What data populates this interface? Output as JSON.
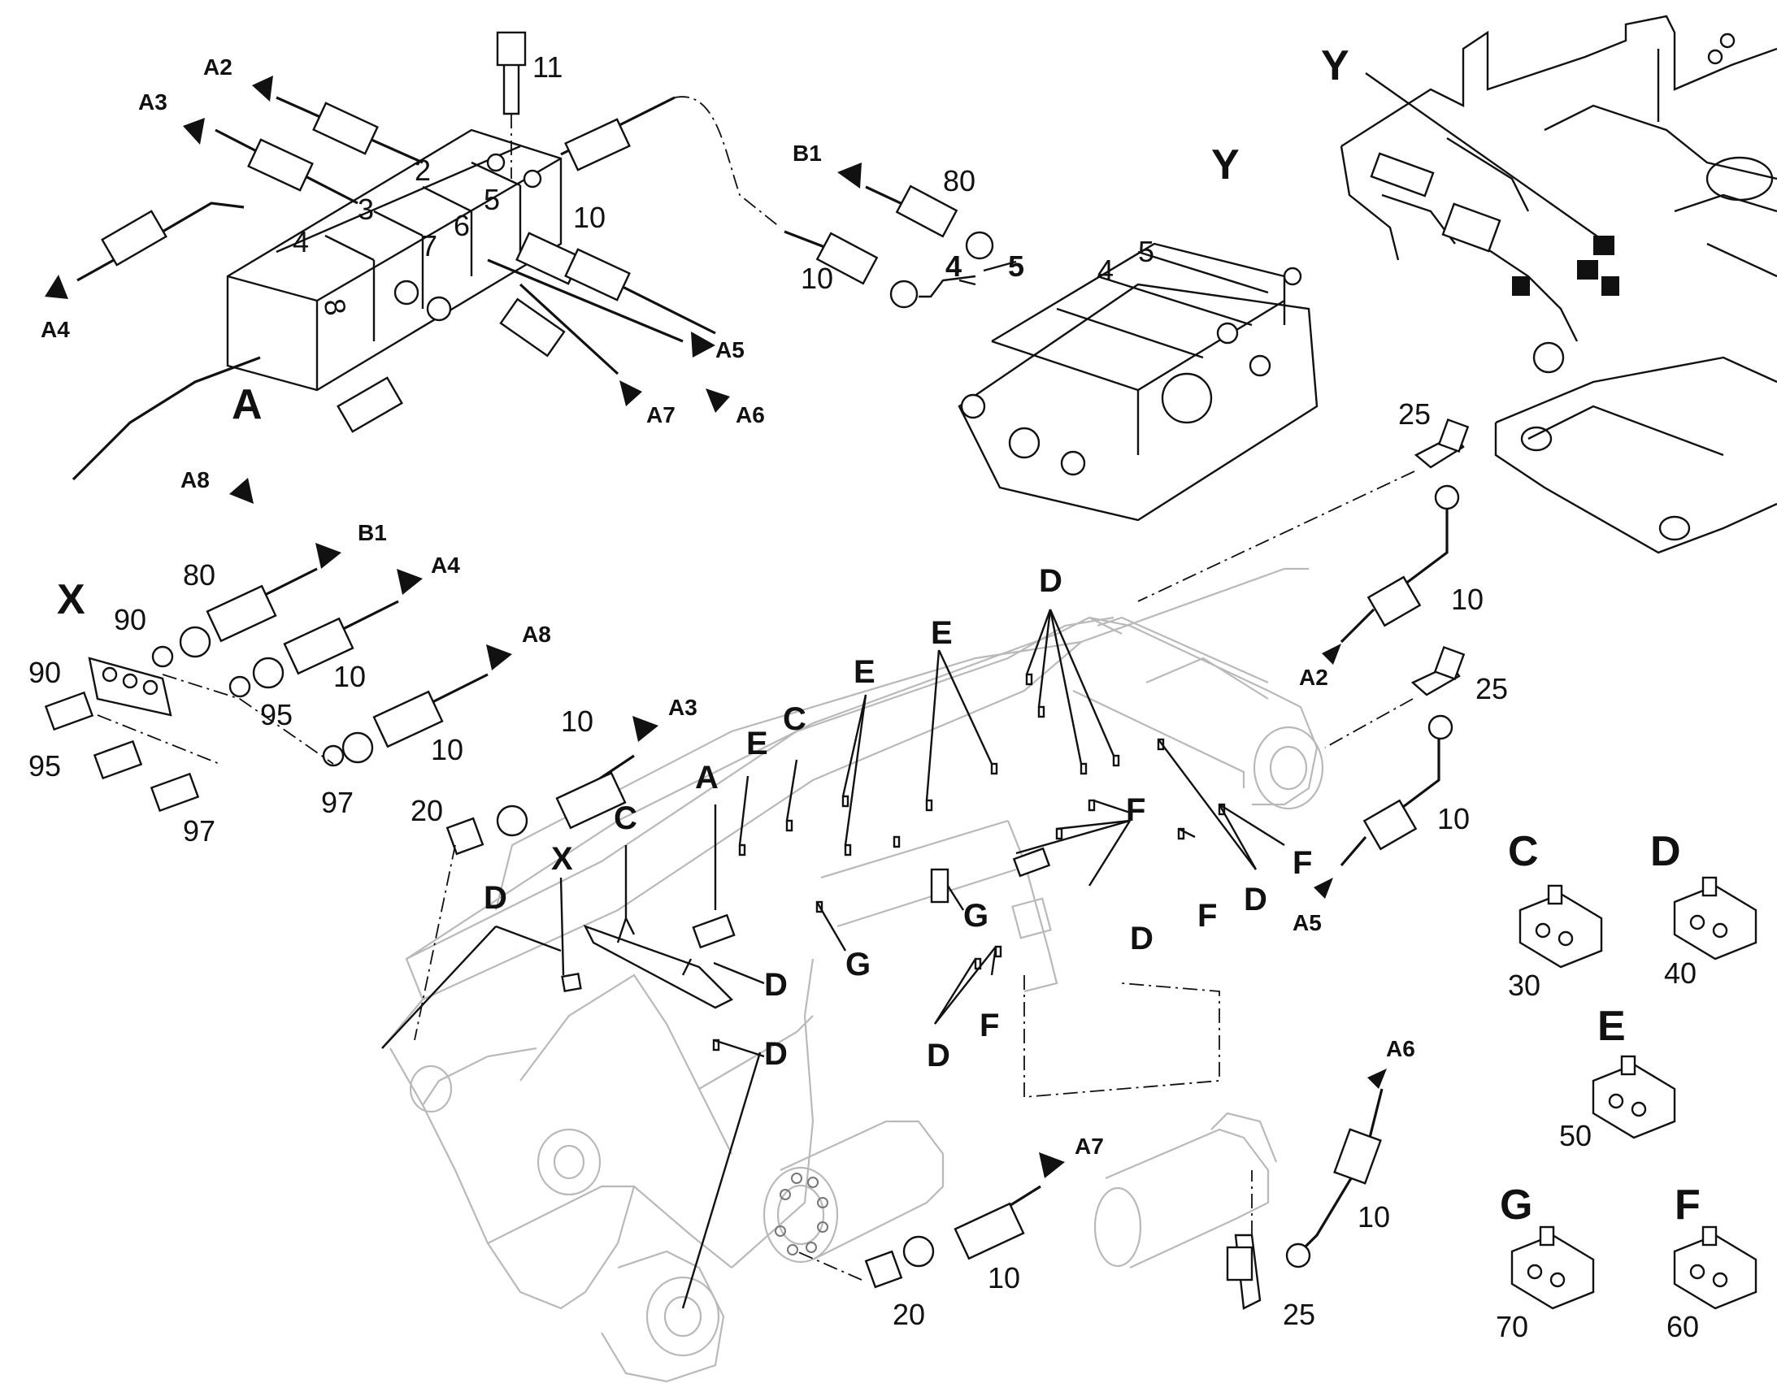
{
  "labels": {
    "block_A": "A",
    "block_Y": "Y",
    "view_Y": "Y",
    "bracket_X": "X",
    "frame_A": "A",
    "frame_X": "X",
    "frame_C": "C",
    "frame_C2": "C",
    "frame_E1": "E",
    "frame_E2": "E",
    "frame_E3": "E",
    "frame_D_top": "D",
    "frame_D1": "D",
    "frame_D2": "D",
    "frame_D3": "D",
    "frame_D4": "D",
    "frame_D5": "D",
    "frame_D6": "D",
    "frame_F1": "F",
    "frame_F2": "F",
    "frame_F3": "F",
    "frame_F4": "F",
    "frame_G1": "G",
    "frame_G2": "G"
  },
  "arrows": {
    "a2": "A2",
    "a3": "A3",
    "a4": "A4",
    "a5": "A5",
    "a6": "A6",
    "a7": "A7",
    "a8": "A8",
    "b1": "B1",
    "x_b1": "B1",
    "x_a4": "A4",
    "x_a8": "A8",
    "a3_low": "A3",
    "a7_low": "A7",
    "r_a2": "A2",
    "r_a5": "A5",
    "r_a6": "A6"
  },
  "part_numbers": {
    "p11": "11",
    "p10_block": "10",
    "p80_top": "80",
    "p10_top": "10",
    "p5": "5",
    "p4": "4",
    "p90a": "90",
    "p90b": "90",
    "p80_x": "80",
    "p10_x1": "10",
    "p95a": "95",
    "p95b": "95",
    "p10_x2": "10",
    "p97a": "97",
    "p97b": "97",
    "p10_a3": "10",
    "p20a": "20",
    "p25a": "25",
    "p10_r1": "10",
    "p25b": "25",
    "p10_r2": "10",
    "p10_a7": "10",
    "p20b": "20",
    "p10_a6": "10",
    "p25c": "25"
  },
  "clamps": [
    {
      "letter": "C",
      "number": "30"
    },
    {
      "letter": "D",
      "number": "40"
    },
    {
      "letter": "E",
      "number": "50"
    },
    {
      "letter": "G",
      "number": "70"
    },
    {
      "letter": "F",
      "number": "60"
    }
  ]
}
